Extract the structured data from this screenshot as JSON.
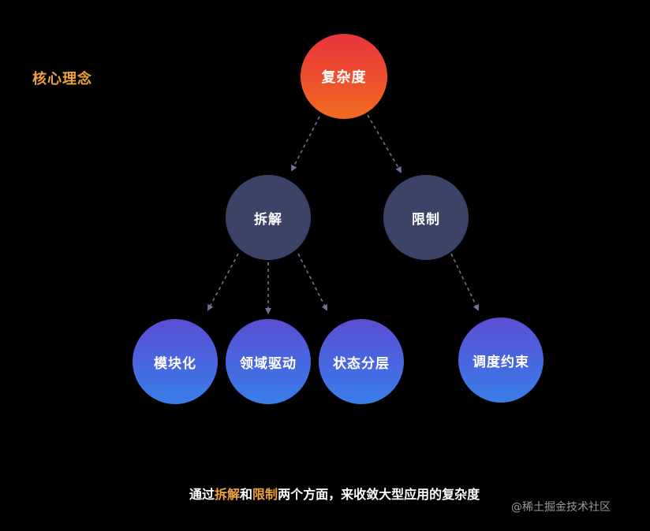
{
  "title_label": "核心理念",
  "root": {
    "label": "复杂度"
  },
  "level1": [
    {
      "label": "拆解"
    },
    {
      "label": "限制"
    }
  ],
  "level2": [
    {
      "label": "模块化"
    },
    {
      "label": "领域驱动"
    },
    {
      "label": "状态分层"
    },
    {
      "label": "调度约束"
    }
  ],
  "summary": {
    "prefix": "通过",
    "highlight1": "拆解",
    "middle": "和",
    "highlight2": "限制",
    "suffix": "两个方面，来收敛大型应用的复杂度"
  },
  "watermark": "@稀土掘金技术社区",
  "colors": {
    "background": "#000000",
    "accent": "#f0a23c",
    "root_gradient": [
      "#e8333c",
      "#f26b23"
    ],
    "mid_node": "#3b4366",
    "leaf_gradient": [
      "#5b4fd3",
      "#3a7ee8"
    ],
    "edge": "#6c7499"
  }
}
